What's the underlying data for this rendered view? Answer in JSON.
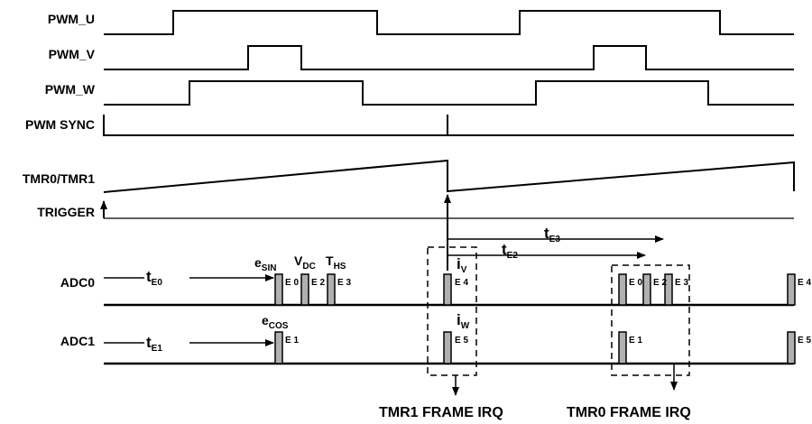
{
  "signals": {
    "pwm_u": "PWM_U",
    "pwm_v": "PWM_V",
    "pwm_w": "PWM_W",
    "pwm_sync": "PWM SYNC",
    "tmr": "TMR0/TMR1",
    "trigger": "TRIGGER",
    "adc0": "ADC0",
    "adc1": "ADC1"
  },
  "timing": {
    "t_e0": {
      "base": "t",
      "sub": "E0"
    },
    "t_e1": {
      "base": "t",
      "sub": "E1"
    },
    "t_e2": {
      "base": "t",
      "sub": "E2"
    },
    "t_e3": {
      "base": "t",
      "sub": "E3"
    }
  },
  "measurements": {
    "e_sin": {
      "base": "e",
      "sub": "SIN"
    },
    "v_dc": {
      "base": "V",
      "sub": "DC"
    },
    "t_hs": {
      "base": "T",
      "sub": "HS"
    },
    "i_v": {
      "base": "i",
      "sub": "V"
    },
    "e_cos": {
      "base": "e",
      "sub": "COS"
    },
    "i_w": {
      "base": "i",
      "sub": "W"
    }
  },
  "events": {
    "adc0_first": [
      "E 0",
      "E 2",
      "E 3"
    ],
    "adc0_irq1": "E 4",
    "adc0_second": [
      "E 0",
      "E 2",
      "E 3"
    ],
    "adc0_end": "E 4",
    "adc1_first": "E 1",
    "adc1_irq1": "E 5",
    "adc1_second": "E 1",
    "adc1_end": "E 5"
  },
  "irqs": {
    "tmr1": "TMR1 FRAME IRQ",
    "tmr0": "TMR0 FRAME IRQ"
  },
  "colors": {
    "line": "#000000",
    "pulse_fill": "#b0b0b0"
  }
}
